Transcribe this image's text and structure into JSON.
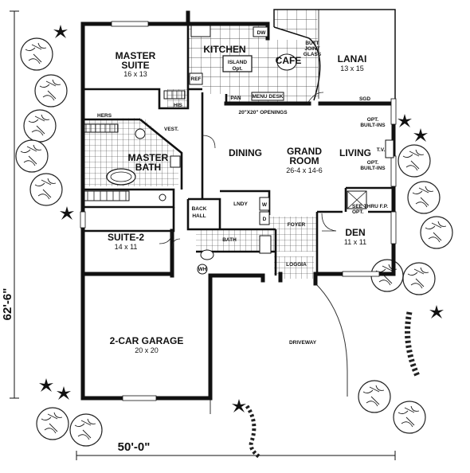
{
  "rooms": {
    "master_suite": {
      "name_1": "MASTER",
      "name_2": "SUITE",
      "size": "16 x 13"
    },
    "kitchen": {
      "name": "KITCHEN"
    },
    "cafe": {
      "name": "CAFE"
    },
    "lanai": {
      "name": "LANAI",
      "size": "13 x 15"
    },
    "grand_room": {
      "name_1": "GRAND",
      "name_2": "ROOM",
      "size": "26-4 x 14-6"
    },
    "dining": {
      "name": "DINING"
    },
    "living": {
      "name": "LIVING"
    },
    "master_bath": {
      "name_1": "MASTER",
      "name_2": "BATH"
    },
    "suite_2": {
      "name": "SUITE-2",
      "size": "14 x 11"
    },
    "den": {
      "name": "DEN",
      "size": "11 x 11"
    },
    "garage": {
      "name": "2-CAR GARAGE",
      "size": "20 x 20"
    },
    "driveway": {
      "name": "DRIVEWAY"
    },
    "foyer": {
      "name": "FOYER"
    },
    "loggia": {
      "name": "LOGGIA"
    },
    "back_hall": {
      "name_1": "BACK",
      "name_2": "HALL"
    },
    "laundry": {
      "name": "LNDY"
    },
    "bath": {
      "name": "BATH"
    }
  },
  "labels": {
    "hers": "HERS",
    "his": "HIS",
    "vest": "VEST.",
    "island_1": "ISLAND",
    "island_2": "Opt.",
    "butt_joint_1": "BUTT",
    "butt_joint_2": "JOINT",
    "butt_joint_3": "GLASS",
    "dw": "DW",
    "ref": "REF",
    "pan": "PAN",
    "menu_desk": "MENU DESK",
    "sgd": "SGD",
    "openings": "20\"X20\" OPENINGS",
    "opt_built_ins_top_1": "OPT.",
    "opt_built_ins_top_2": "BUILT-INS",
    "tv": "T.V.",
    "opt_built_ins_bottom_1": "OPT.",
    "opt_built_ins_bottom_2": "BUILT-INS",
    "see_thru_fp_1": "SEE THRU F.P.",
    "see_thru_fp_2": "OPT.",
    "wh": "WH",
    "w": "W",
    "d": "D"
  },
  "dimensions": {
    "depth": "62'-6\"",
    "width": "50'-0\""
  }
}
